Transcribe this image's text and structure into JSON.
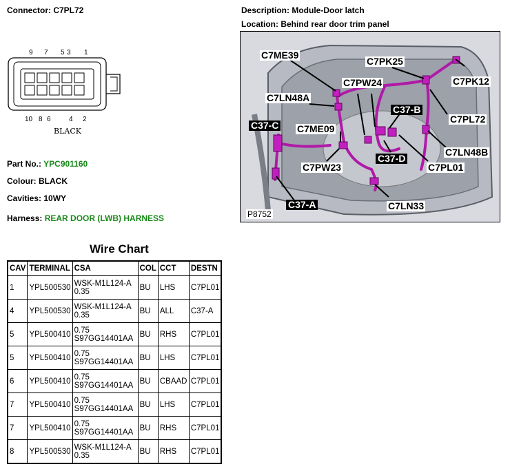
{
  "header": {
    "connector": "Connector: C7PL72",
    "description": "Description: Module-Door latch",
    "location": "Location: Behind rear door trim panel"
  },
  "connector_diagram": {
    "top_pins": [
      "9",
      "7",
      "5",
      "3",
      "1"
    ],
    "bottom_pins": [
      "10",
      "8",
      "6",
      "4",
      "2"
    ],
    "color_label": "BLACK"
  },
  "info": {
    "part_no_label": "Part No.:",
    "part_no_value": "YPC901160",
    "colour": "Colour: BLACK",
    "cavities": "Cavities: 10WY",
    "harness_label": "Harness:",
    "harness_value": "REAR DOOR (LWB) HARNESS"
  },
  "photo": {
    "code": "P8752",
    "callouts": {
      "c7me39": "C7ME39",
      "c7pk25": "C7PK25",
      "c7pk12": "C7PK12",
      "c7pw24": "C7PW24",
      "c7ln48a": "C7LN48A",
      "c37b": "C37-B",
      "c7pl72": "C7PL72",
      "c37c": "C37-C",
      "c7me09": "C7ME09",
      "c7ln48b": "C7LN48B",
      "c37d": "C37-D",
      "c7pl01": "C7PL01",
      "c7pw23": "C7PW23",
      "c37a": "C37-A",
      "c7ln33": "C7LN33"
    },
    "colors": {
      "harness": "#b01aa8",
      "door": "#9aa0a8"
    }
  },
  "wire_chart": {
    "title": "Wire Chart",
    "headers": [
      "CAV",
      "TERMINAL",
      "CSA",
      "COL",
      "CCT",
      "DESTN"
    ],
    "rows": [
      {
        "cav": "1",
        "terminal": "YPL500530",
        "csa1": "WSK-M1L124-A",
        "csa2": "0.35",
        "col": "BU",
        "cct": "LHS",
        "destn": "C7PL01"
      },
      {
        "cav": "4",
        "terminal": "YPL500530",
        "csa1": "WSK-M1L124-A",
        "csa2": "0.35",
        "col": "BU",
        "cct": "ALL",
        "destn": "C37-A"
      },
      {
        "cav": "5",
        "terminal": "YPL500410",
        "csa1": "0.75",
        "csa2": "S97GG14401AA",
        "col": "BU",
        "cct": "RHS",
        "destn": "C7PL01"
      },
      {
        "cav": "5",
        "terminal": "YPL500410",
        "csa1": "0.75",
        "csa2": "S97GG14401AA",
        "col": "BU",
        "cct": "LHS",
        "destn": "C7PL01"
      },
      {
        "cav": "6",
        "terminal": "YPL500410",
        "csa1": "0.75",
        "csa2": "S97GG14401AA",
        "col": "BU",
        "cct": "CBAAD",
        "destn": "C7PL01"
      },
      {
        "cav": "7",
        "terminal": "YPL500410",
        "csa1": "0.75",
        "csa2": "S97GG14401AA",
        "col": "BU",
        "cct": "LHS",
        "destn": "C7PL01"
      },
      {
        "cav": "7",
        "terminal": "YPL500410",
        "csa1": "0.75",
        "csa2": "S97GG14401AA",
        "col": "BU",
        "cct": "RHS",
        "destn": "C7PL01"
      },
      {
        "cav": "8",
        "terminal": "YPL500530",
        "csa1": "WSK-M1L124-A",
        "csa2": "0.35",
        "col": "BU",
        "cct": "RHS",
        "destn": "C7PL01"
      }
    ]
  }
}
